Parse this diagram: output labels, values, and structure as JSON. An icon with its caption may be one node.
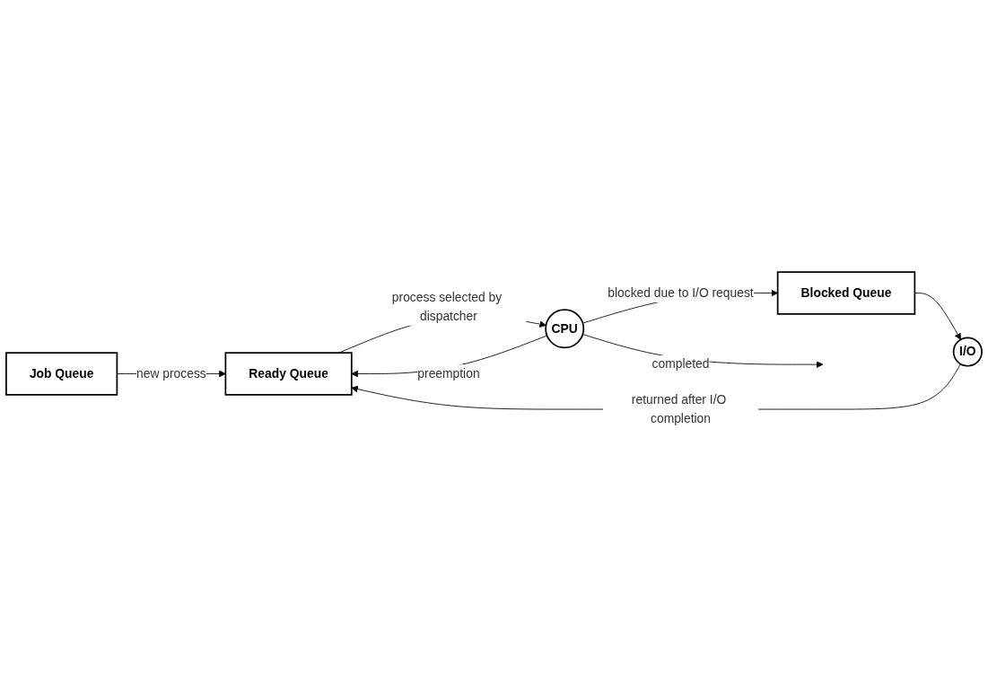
{
  "diagram": {
    "nodes": [
      {
        "text": [
          "Job Queue"
        ]
      },
      {
        "text": [
          "Ready Queue"
        ]
      },
      {
        "text": [
          "CPU"
        ]
      },
      {
        "text": [
          "Blocked Queue"
        ]
      },
      {
        "text": [
          "I/O"
        ]
      }
    ],
    "edges": [
      {
        "from": 0,
        "to": 1,
        "arrow": "to",
        "label": "new process"
      },
      {
        "from": 2,
        "to": 1,
        "arrow": "to",
        "label": "preemption"
      },
      {
        "from": 1,
        "to": 2,
        "arrow": "to",
        "label": "process selected by dispatcher"
      },
      {
        "from": 2,
        "to": null,
        "arrow": "to",
        "label": "completed"
      },
      {
        "from": 2,
        "to": 3,
        "arrow": "to",
        "label": "blocked due to I/O request"
      },
      {
        "from": 3,
        "to": 4,
        "arrow": "to"
      },
      {
        "from": 4,
        "to": 1,
        "arrow": "to",
        "label": "returned after I/O completion"
      }
    ]
  }
}
